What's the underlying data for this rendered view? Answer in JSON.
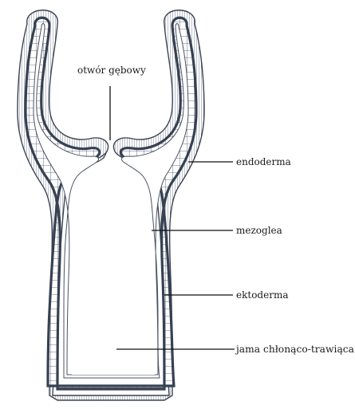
{
  "labels": {
    "mouth": "otwór gębowy",
    "endoderm": "endoderma",
    "mesoglea": "mezoglea",
    "ectoderm": "ektoderma",
    "cavity": "jama chłonąco-trawiąca"
  },
  "colors": {
    "ectoderm_fill": "#ffffff",
    "ectoderm_stripe": "#7d8594",
    "outline": "#3a4354",
    "mesoglea": "#364152",
    "endoderm_fill": "#ffffff",
    "endoderm_cells": "#4a5263",
    "leader": "#111111"
  }
}
